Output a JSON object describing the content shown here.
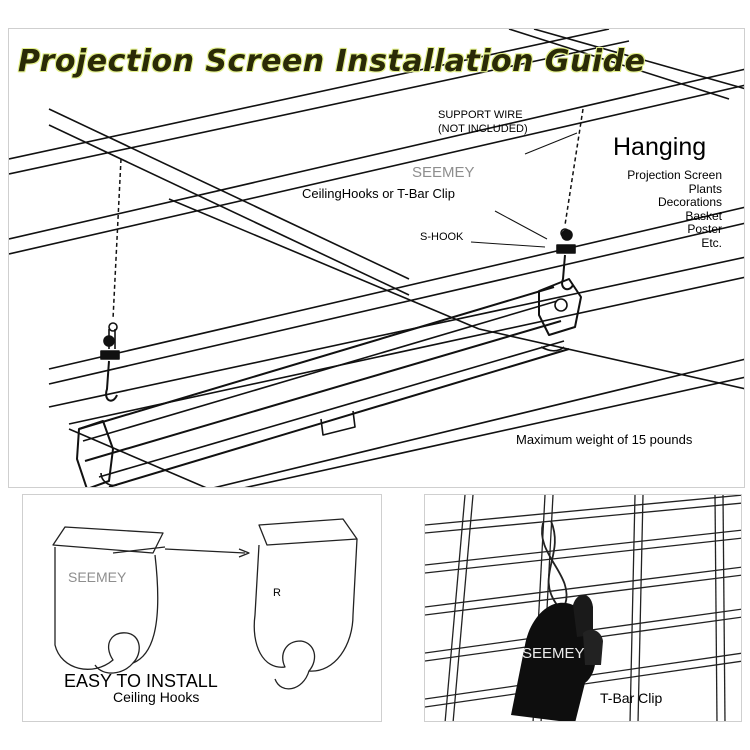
{
  "title": "Projection Screen Installation Guide",
  "labels": {
    "support_wire_1": "SUPPORT WIRE",
    "support_wire_2": "(NOT INCLUDED)",
    "seemey": "SEEMEY",
    "ceiling_hooks_tbar": "CeilingHooks or T-Bar Clip",
    "s_hook": "S-HOOK"
  },
  "hanging": {
    "heading": "Hanging",
    "items": [
      "Projection Screen",
      "Plants",
      "Decorations",
      "Basket",
      "Poster",
      "Etc."
    ]
  },
  "max_weight": "Maximum weight of 15 pounds",
  "hooks_panel": {
    "brand": "SEEMEY",
    "r_label": "R",
    "easy": "EASY TO INSTALL",
    "caption": "Ceiling Hooks"
  },
  "clip_panel": {
    "brand": "SEEMEY",
    "caption": "T-Bar Clip"
  }
}
